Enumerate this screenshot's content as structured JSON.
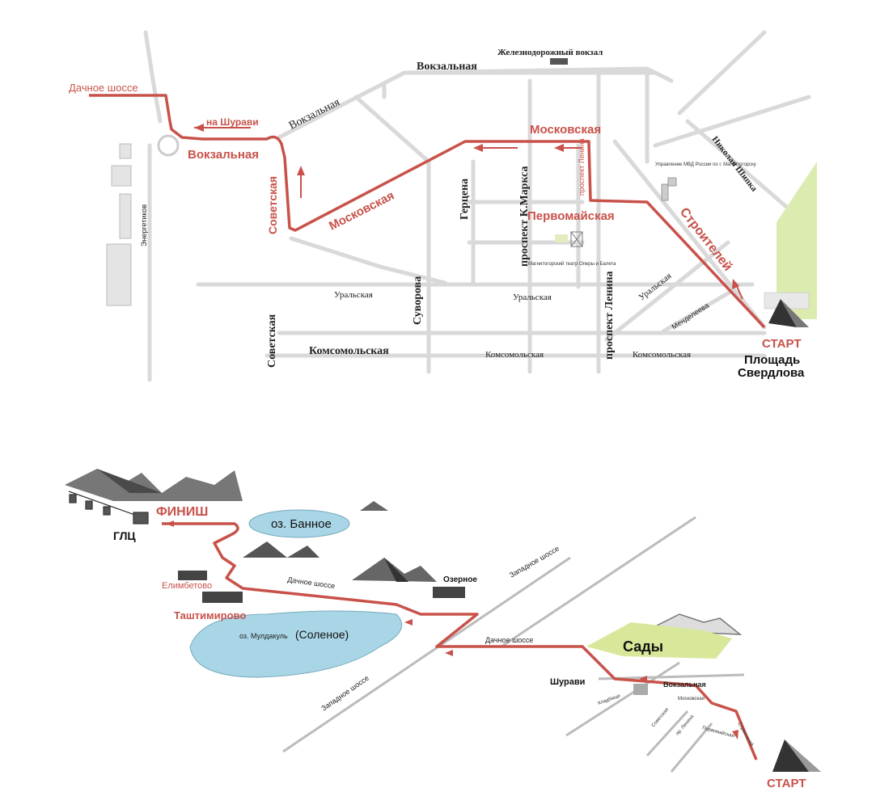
{
  "map1": {
    "streets": {
      "dachnoe": "Дачное шоссе",
      "vokzal_station": "Железнодорожный вокзал",
      "vokzalnaya_top": "Вокзальная",
      "vokzalnaya_diag": "Вокзальная",
      "vokzalnaya_route": "Вокзальная",
      "na_shuravi": "на Шурави",
      "moskovskaya_top": "Московская",
      "moskovskaya_diag": "Московская",
      "sovetskaya_route": "Советская",
      "sovetskaya_lower": "Советская",
      "gertsena": "Герцена",
      "k_marksa": "проспект К.Маркса",
      "lenina_small": "проспект Ленина",
      "lenina_big": "проспект Ленина",
      "pervomayskaya": "Первомайская",
      "suvorova": "Суворова",
      "uralskaya_1": "Уральская",
      "uralskaya_2": "Уральская",
      "uralskaya_3": "Уральская",
      "komsomolskaya_1": "Комсомольская",
      "komsomolskaya_2": "Комсомольская",
      "komsomolskaya_3": "Комсомольская",
      "stroiteley": "Строителей",
      "nikolaya_shipka": "Николая Шипка",
      "mendeleeva": "Менделеева",
      "energetikov": "Энергетиков",
      "mvd": "Управление МВД России по г. Магнитогорску",
      "theatre": "Магнитогорский театр Оперы и Балета",
      "start": "СТАРТ",
      "square_1": "Площадь",
      "square_2": "Свердлова"
    },
    "route_color": "#c8524a"
  },
  "map2": {
    "labels": {
      "finish": "ФИНИШ",
      "glc": "ГЛЦ",
      "lake_bannoe": "оз. Банное",
      "lake_muldakul_prefix": "оз. Мулдакуль",
      "lake_muldakul_name": "(Соленое)",
      "yelimbetovo": "Елимбетово",
      "tashtimirovo": "Таштимирово",
      "ozernoe": "Озерное",
      "zapadnoe_1": "Западное шоссе",
      "zapadnoe_2": "Западное шоссе",
      "dachnoe_1": "Дачное шоссе",
      "dachnoe_2": "Дачное шоссе",
      "sady": "Сады",
      "shuravi": "Шурави",
      "vokzalnaya": "Вокзальная",
      "moskovskaya": "Московская",
      "kladbishche": "Кладбище",
      "sovetskaya": "Советская",
      "lenina": "пр. Ленина",
      "pervomayskaya": "Первомайская",
      "stroiteley": "Строителей",
      "start": "СТАРТ"
    },
    "lake_color": "#a9d6e6",
    "garden_color": "#d7e89a"
  }
}
